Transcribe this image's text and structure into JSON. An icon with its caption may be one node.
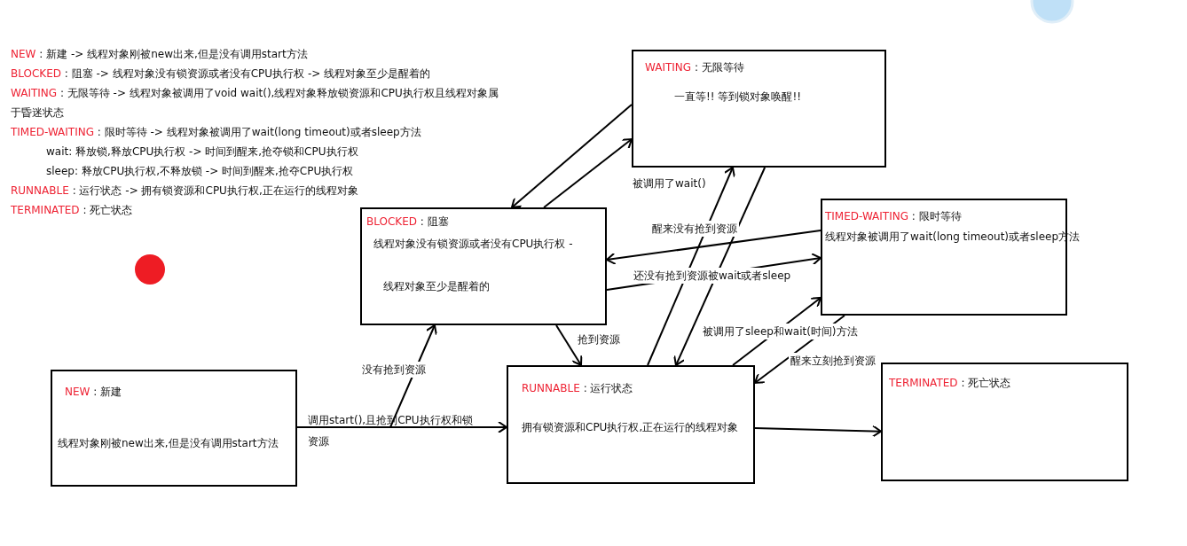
{
  "diagram": {
    "nodes": [
      {
        "text": [
          "WAITING",
          ": 无限等待",
          "一直等!! 等到锁对象唤醒!!"
        ]
      },
      {
        "text": [
          "BLOCKED",
          ": 阻塞",
          "线程对象没有锁资源或者没有CPU执行权 -",
          "线程对象至少是醒着的"
        ]
      },
      {
        "text": [
          "TIMED-WAITING",
          ": 限时等待",
          "线程对象被调用了wait(long timeout)或者sleep方法"
        ]
      },
      {
        "text": [
          "NEW",
          ": 新建",
          "线程对象刚被new出来,但是没有调用start方法"
        ]
      },
      {
        "text": [
          "RUNNABLE",
          ": 运行状态",
          "拥有锁资源和CPU执行权,正在运行的线程对象"
        ]
      },
      {
        "text": [
          "TERMINATED",
          ": 死亡状态"
        ]
      }
    ],
    "edges": [
      {
        "from": 0,
        "to": 1,
        "arrow": "to"
      },
      {
        "from": 1,
        "to": 0,
        "arrow": "to"
      },
      {
        "from": 2,
        "to": 1,
        "arrow": "to",
        "label": "醒来没有抢到资源"
      },
      {
        "from": 1,
        "to": 2,
        "arrow": "to",
        "label": "还没有抢到资源被wait或者sleep"
      },
      {
        "from": 3,
        "to": 4,
        "arrow": "to",
        "label": "调用start(),且抢到CPU执行权和锁资源"
      },
      {
        "from": 3,
        "to": 1,
        "arrow": "to",
        "label": "没有抢到资源"
      },
      {
        "from": 1,
        "to": 4,
        "arrow": "to",
        "label": "抢到资源"
      },
      {
        "from": 4,
        "to": 0,
        "arrow": "to",
        "label": "被调用了wait()"
      },
      {
        "from": 0,
        "to": 4,
        "arrow": "to"
      },
      {
        "from": 4,
        "to": 2,
        "arrow": "to",
        "label": "被调用了sleep和wait(时间)方法"
      },
      {
        "from": 2,
        "to": 4,
        "arrow": "to",
        "label": "醒来立刻抢到资源"
      },
      {
        "from": 4,
        "to": 5,
        "arrow": "to"
      }
    ],
    "labels": [
      "NEW",
      ": 新建 -> 线程对象刚被new出来,但是没有调用start方法",
      "BLOCKED",
      ": 阻塞 -> 线程对象没有锁资源或者没有CPU执行权 -> 线程对象至少是醒着的",
      "WAITING",
      ": 无限等待 -> 线程对象被调用了void wait(),线程对象释放锁资源和CPU执行权且线程对象属于昏迷状态",
      "TIMED-WAITING",
      ": 限时等待 -> 线程对象被调用了wait(long timeout)或者sleep方法",
      "wait: 释放锁,释放CPU执行权 -> 时间到醒来,抢夺锁和CPU执行权",
      "sleep: 释放CPU执行权,不释放锁 -> 时间到醒来,抢夺CPU执行权",
      "RUNNABLE",
      ": 运行状态 -> 拥有锁资源和CPU执行权,正在运行的线程对象",
      "TERMINATED",
      ": 死亡状态"
    ]
  }
}
